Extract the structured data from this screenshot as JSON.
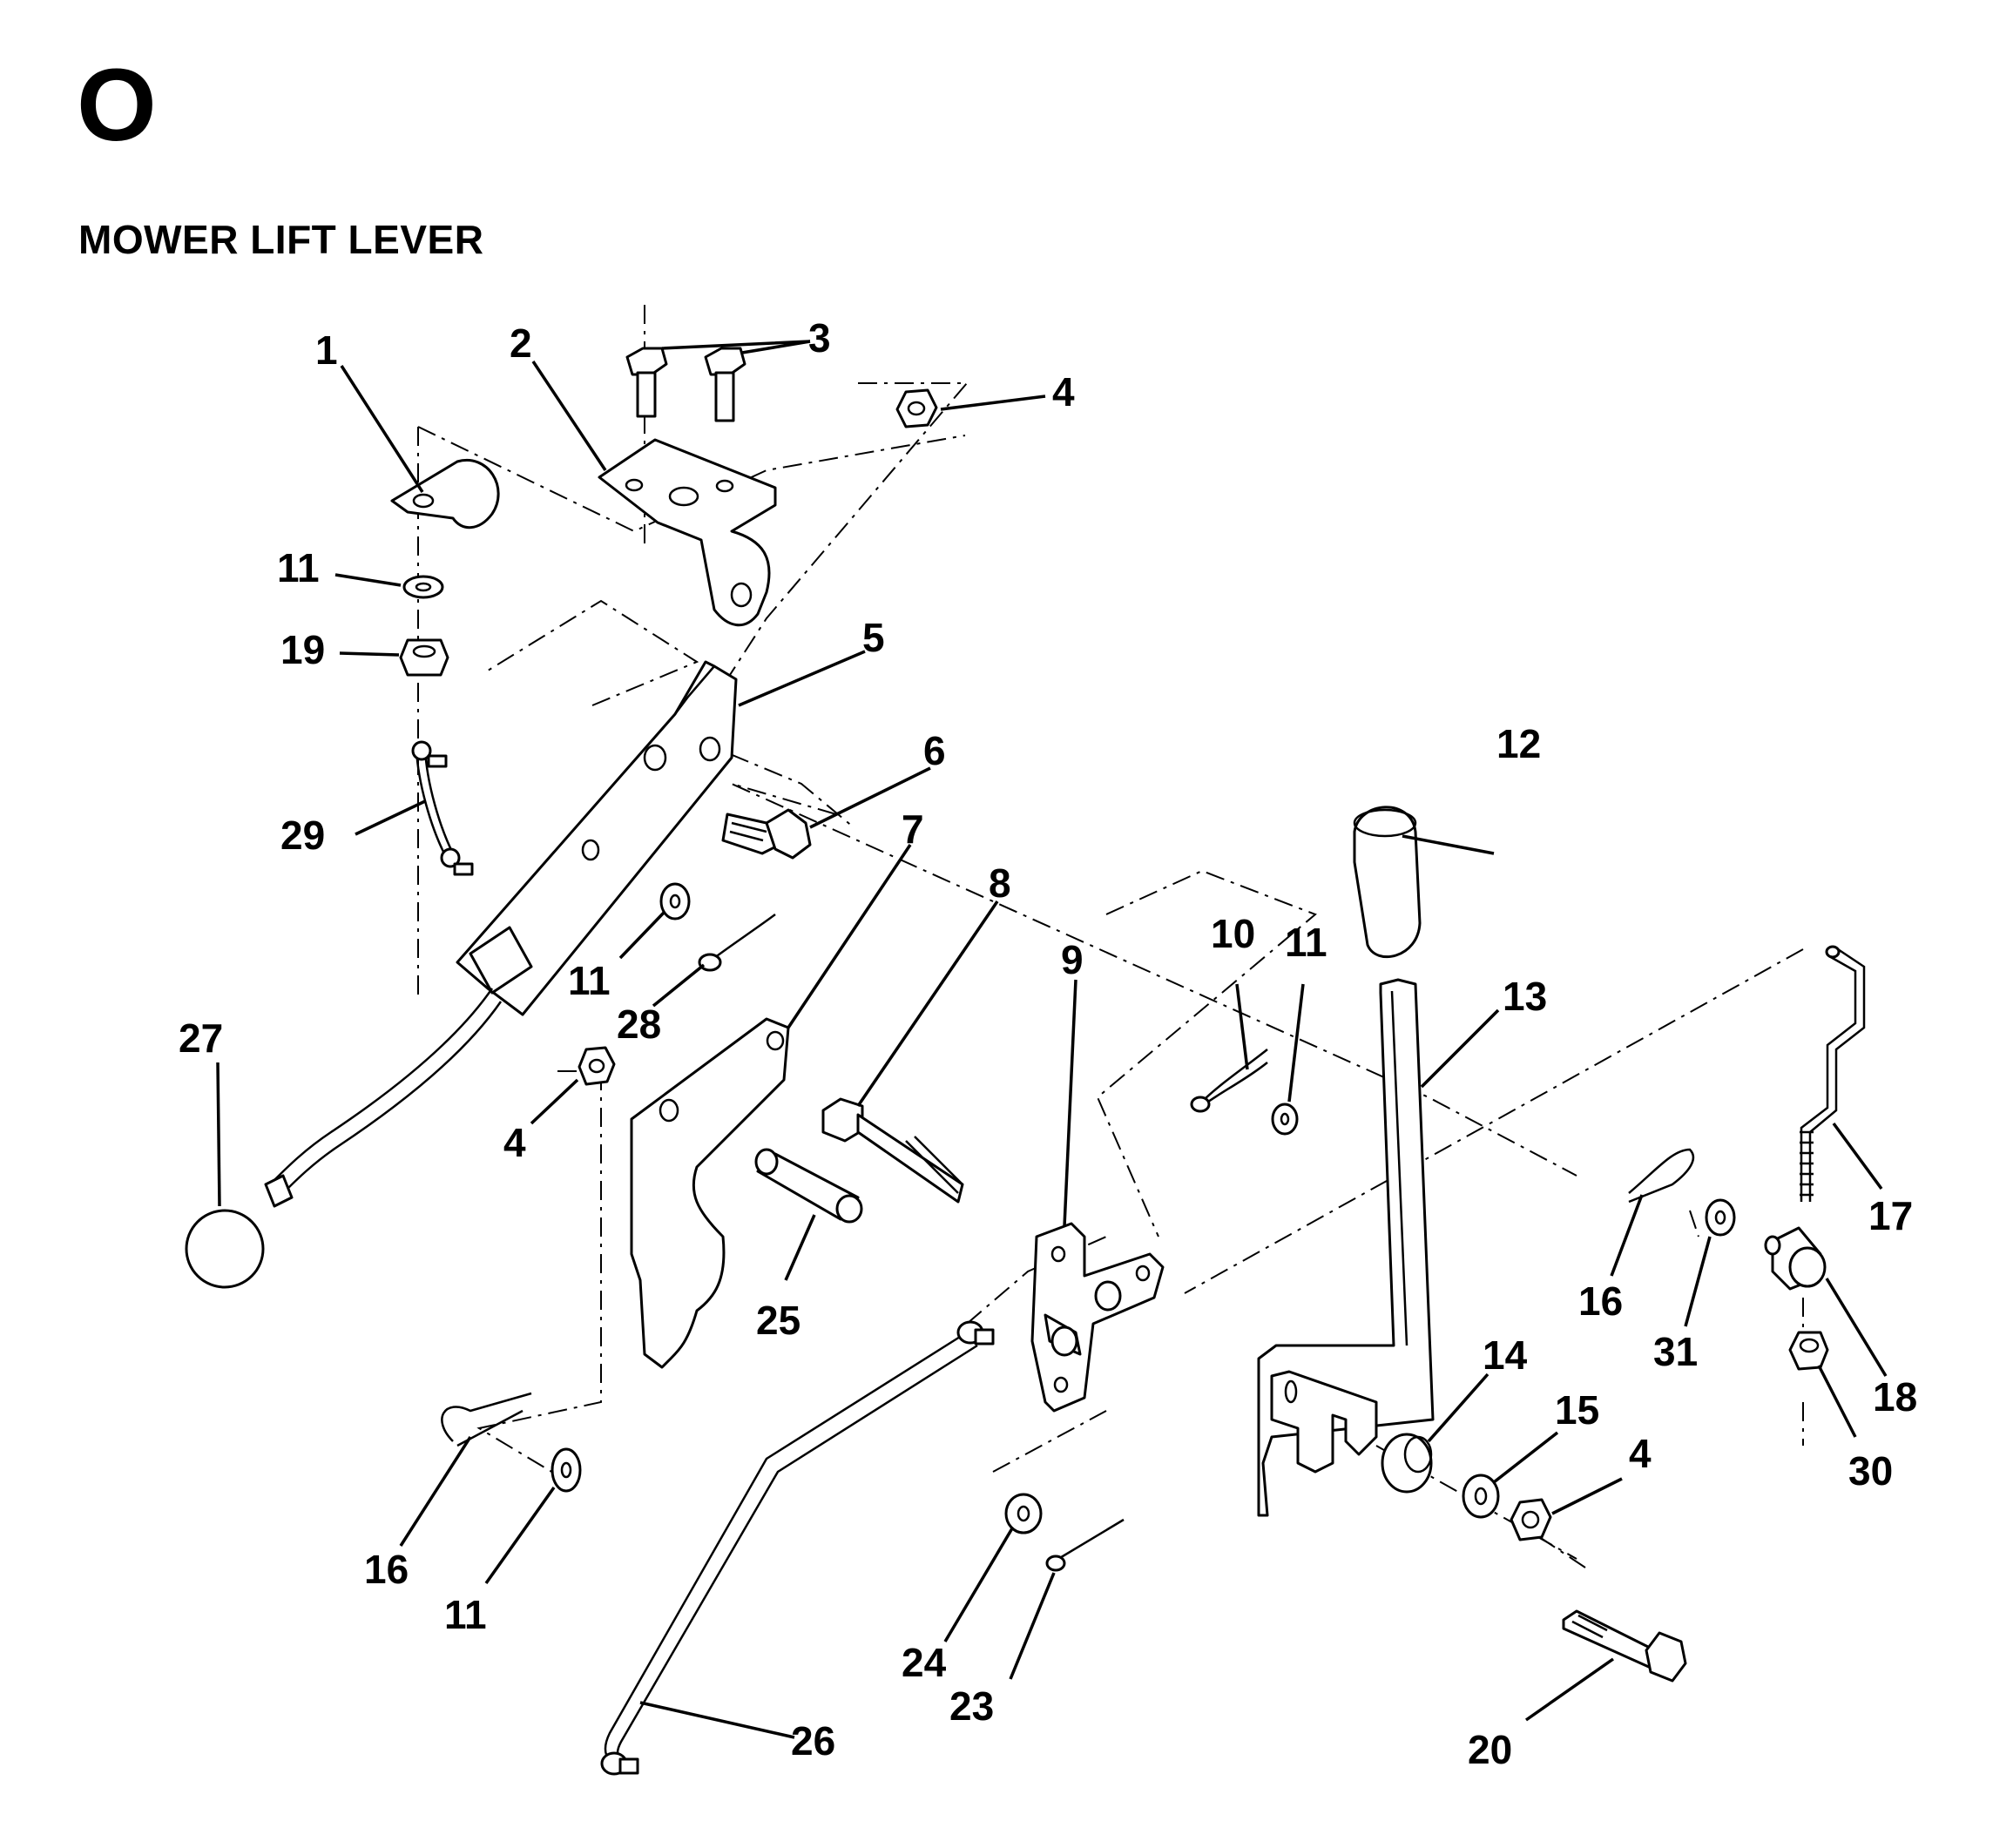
{
  "section": {
    "letter": "O",
    "title": "MOWER LIFT LEVER"
  },
  "callouts": [
    "1",
    "2",
    "3",
    "4",
    "5",
    "6",
    "7",
    "8",
    "9",
    "10",
    "11",
    "12",
    "13",
    "14",
    "15",
    "16",
    "17",
    "18",
    "19",
    "20",
    "23",
    "24",
    "25",
    "26",
    "27",
    "28",
    "29",
    "30",
    "31"
  ],
  "labels": {
    "l1": "1",
    "l2": "2",
    "l3": "3",
    "l4a": "4",
    "l4b": "4",
    "l4c": "4",
    "l5": "5",
    "l6": "6",
    "l7": "7",
    "l8": "8",
    "l9": "9",
    "l10": "10",
    "l11a": "11",
    "l11b": "11",
    "l11c": "11",
    "l11d": "11",
    "l12": "12",
    "l13": "13",
    "l14": "14",
    "l15": "15",
    "l16a": "16",
    "l16b": "16",
    "l17": "17",
    "l18": "18",
    "l19": "19",
    "l20": "20",
    "l23": "23",
    "l24": "24",
    "l25": "25",
    "l26": "26",
    "l27": "27",
    "l28": "28",
    "l29": "29",
    "l30": "30",
    "l31": "31"
  }
}
